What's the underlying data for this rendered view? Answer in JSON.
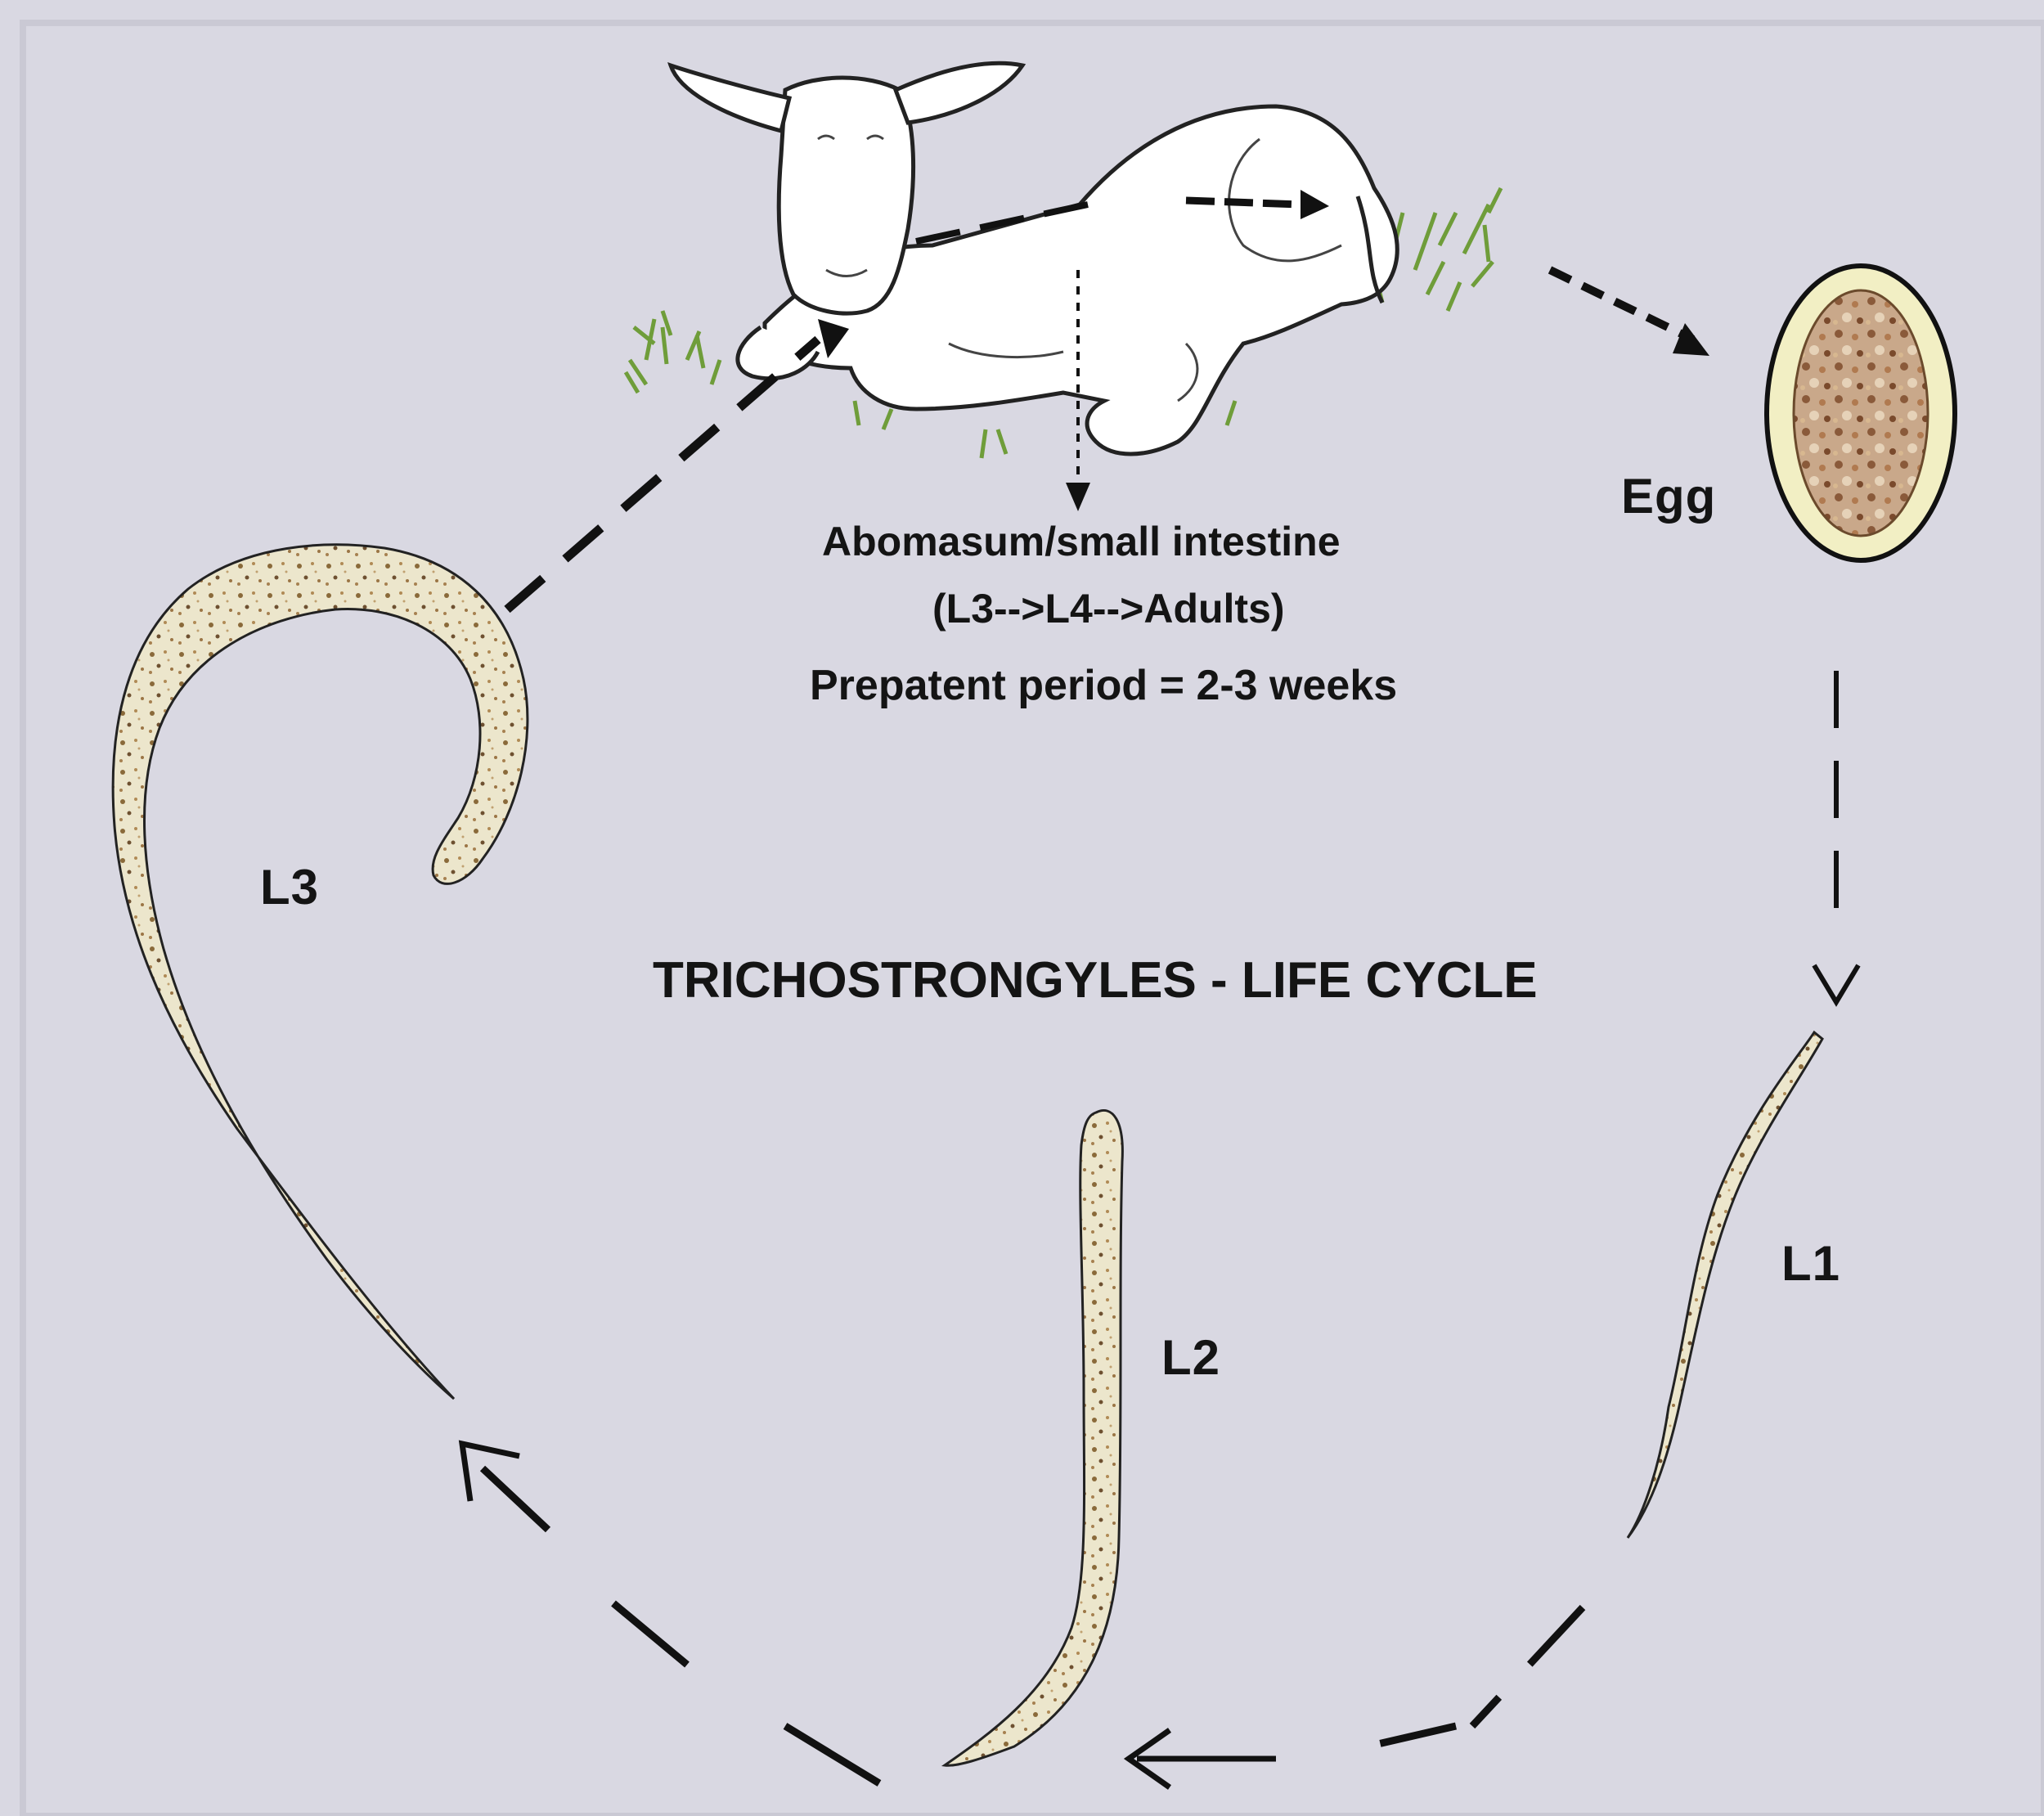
{
  "diagram": {
    "title": "TRICHOSTRONGYLES - LIFE CYCLE",
    "host_site": {
      "line1": "Abomasum/small intestine",
      "line2": "(L3-->L4-->Adults)",
      "line3": "Prepatent period = 2-3 weeks"
    },
    "stages": {
      "egg": "Egg",
      "l1": "L1",
      "l2": "L2",
      "l3": "L3"
    }
  },
  "colors": {
    "background": "#d9d8e2",
    "larva_fill": "#eee9d2",
    "egg_shell": "#f2efc4",
    "ink": "#141414",
    "grass": "#6f9d3a"
  }
}
